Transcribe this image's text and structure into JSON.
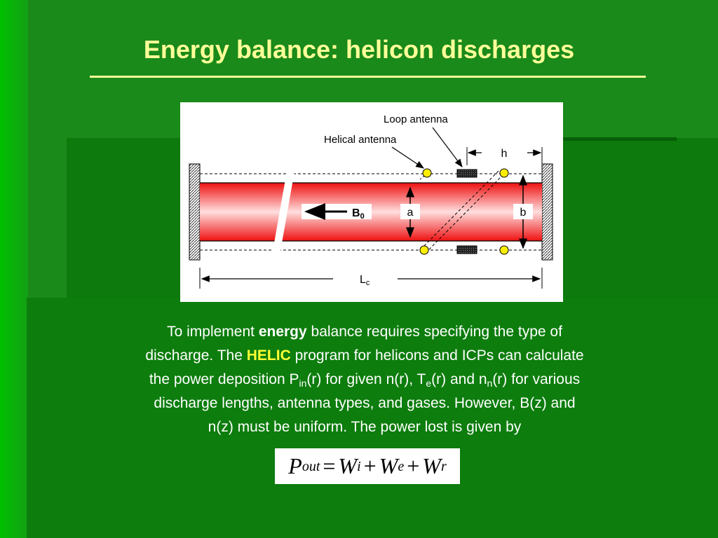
{
  "slide": {
    "title": "Energy balance: helicon discharges"
  },
  "figure": {
    "labels": {
      "loop_antenna": "Loop antenna",
      "helical_antenna": "Helical antenna",
      "h": "h",
      "a": "a",
      "b": "b",
      "b0": "B",
      "b0_sub": "0",
      "lc": "L",
      "lc_sub": "c"
    },
    "colors": {
      "plasma": "#ee1111",
      "antenna_dot": "#ffee00"
    }
  },
  "body": {
    "line1_a": "To implement ",
    "line1_kw": "energy",
    "line1_b": " balance requires specifying the type of",
    "line2_a": "discharge.  The ",
    "line2_kw": "HELIC",
    "line2_b": " program for helicons and ICPs can calculate",
    "line3_a": "the power deposition P",
    "line3_sub1": "in",
    "line3_b": "(r) for given n(r), T",
    "line3_sub2": "e",
    "line3_c": "(r) and n",
    "line3_sub3": "n",
    "line3_d": "(r) for various",
    "line4": "discharge lengths, antenna types, and gases. However, B(z) and",
    "line5": "n(z) must be uniform.  The power lost is given by"
  },
  "equation": {
    "P": "P",
    "P_sub": "out",
    "eq": "=",
    "W1": "W",
    "W1_sub": "i",
    "plus1": "+",
    "W2": "W",
    "W2_sub": "e",
    "plus2": "+",
    "W3": "W",
    "W3_sub": "r"
  },
  "colors": {
    "background": "#1a8a1a",
    "title": "#ffff99",
    "highlight": "#ffff33"
  }
}
